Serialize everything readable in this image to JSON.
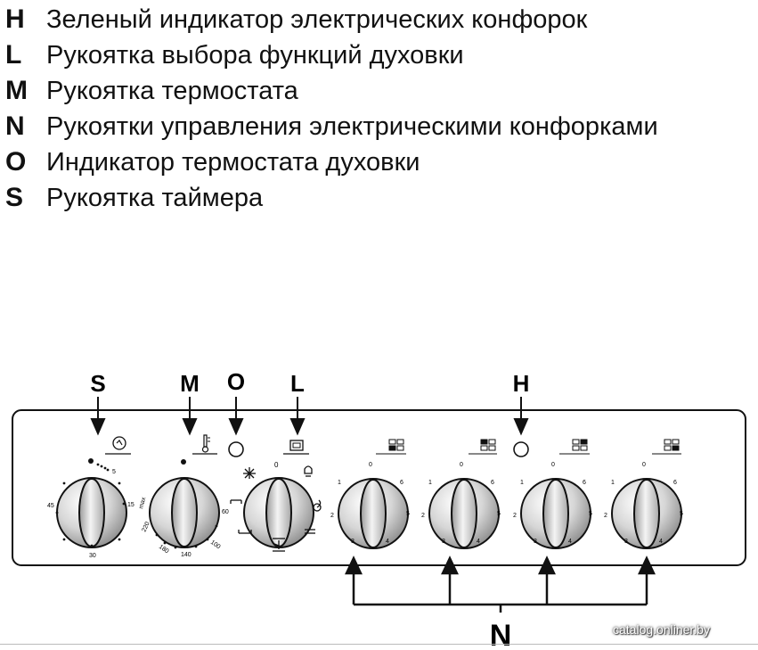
{
  "legend": [
    {
      "letter": "H",
      "text": "Зеленый индикатор электрических конфорок"
    },
    {
      "letter": "L",
      "text": "Рукоятка выбора функций духовки"
    },
    {
      "letter": "M",
      "text": "Рукоятка термостата"
    },
    {
      "letter": "N",
      "text": "Рукоятки управления электрическими конфорками"
    },
    {
      "letter": "O",
      "text": "Индикатор термостата духовки"
    },
    {
      "letter": "S",
      "text": "Рукоятка таймера"
    }
  ],
  "callouts": {
    "S": "S",
    "M": "M",
    "O": "O",
    "L": "L",
    "H": "H",
    "N": "N"
  },
  "timer_scale": {
    "t5": "5",
    "t15": "15",
    "t30": "30",
    "t45": "45"
  },
  "thermostat_scale": {
    "t60": "60",
    "t100": "100",
    "t140": "140",
    "t180": "180",
    "t220": "220",
    "tmax": "max"
  },
  "function_scale": {
    "zero": "0"
  },
  "hob_scale": [
    "0",
    "1",
    "2",
    "3",
    "4",
    "5",
    "6"
  ],
  "watermark": "catalog.onliner.by"
}
